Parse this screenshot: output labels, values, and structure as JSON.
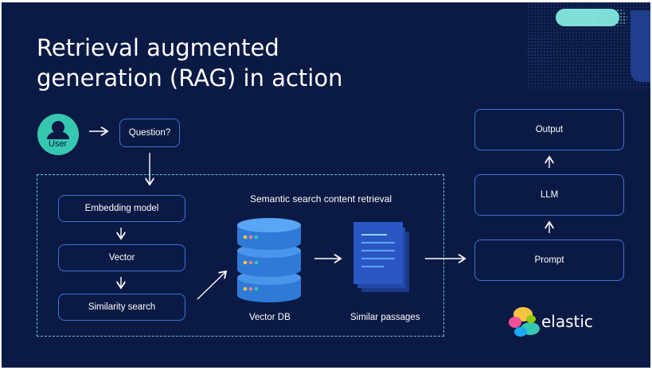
{
  "title": {
    "line1": "Retrieval augmented",
    "line2": "generation (RAG) in action"
  },
  "user": {
    "label": "User",
    "icon": "user-icon"
  },
  "question": {
    "label": "Question?"
  },
  "pipeline": {
    "embedding": "Embedding model",
    "vector": "Vector",
    "similarity": "Similarity search"
  },
  "retrieval": {
    "heading": "Semantic search content retrieval",
    "vector_db": "Vector DB",
    "passages": "Similar passages"
  },
  "llm_flow": {
    "output": "Output",
    "llm": "LLM",
    "prompt": "Prompt"
  },
  "brand": {
    "name": "elastic"
  },
  "colors": {
    "background": "#0b1a44",
    "box_border": "#3f72d6",
    "dashed_border": "#5fcdd4",
    "user_circle": "#36c7b1",
    "db_blue": "#2f7ad6",
    "doc_blue": "#2b57c4"
  }
}
